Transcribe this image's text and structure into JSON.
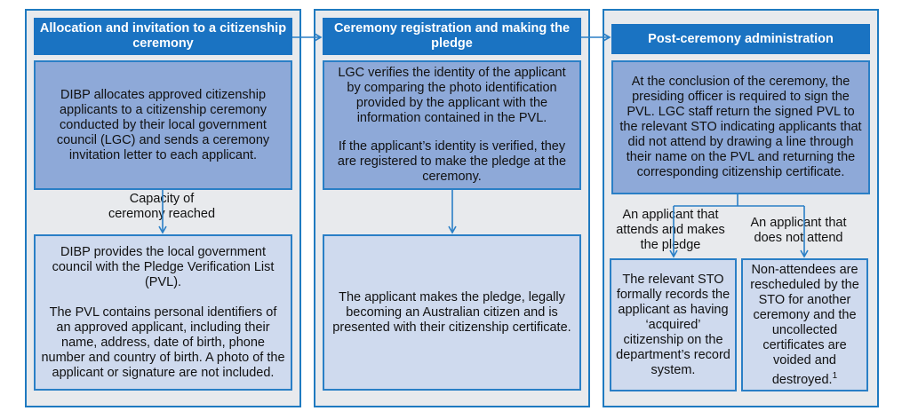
{
  "columns": [
    {
      "header": "Allocation and invitation to a citizenship ceremony",
      "box1": "DIBP allocates approved citizenship applicants to a citizenship ceremony conducted by their local government council (LGC) and sends a ceremony invitation letter to each applicant.",
      "connector_label": "Capacity of ceremony reached",
      "box2_p1": "DIBP provides the local government council with the Pledge Verification List (PVL).",
      "box2_p2": "The PVL contains personal identifiers of an approved applicant, including their name, address, date of birth, phone number and country of birth. A photo of the applicant or signature are not included."
    },
    {
      "header": "Ceremony registration and making the pledge",
      "box1_p1": "LGC verifies the identity of the applicant by comparing the photo identification provided by the applicant with the information contained in the PVL.",
      "box1_p2": "If the applicant’s identity is verified, they are registered to make the pledge at the ceremony.",
      "box2": "The applicant makes the pledge, legally becoming an Australian citizen and is presented with their citizenship certificate."
    },
    {
      "header": "Post-ceremony administration",
      "box1": "At the conclusion of the ceremony, the presiding officer is required to sign the PVL. LGC staff return the signed PVL to the relevant STO indicating applicants that did not attend by drawing a line through their name on the PVL and returning the corresponding citizenship certificate.",
      "branch_left_label": "An applicant that attends and makes the pledge",
      "branch_right_label": "An applicant that does not attend",
      "box_left": "The relevant STO formally records the applicant as having ‘acquired’ citizenship on the department’s record system.",
      "box_right": "Non-attendees are rescheduled by the STO for another ceremony and the uncollected certificates are voided and destroyed.",
      "footnote": "1"
    }
  ],
  "colors": {
    "header": "#1a73c2",
    "border": "#1f7ac0",
    "dark_box": "#8ea9d8",
    "light_box": "#cfdaee",
    "panel": "#e8eaed"
  }
}
